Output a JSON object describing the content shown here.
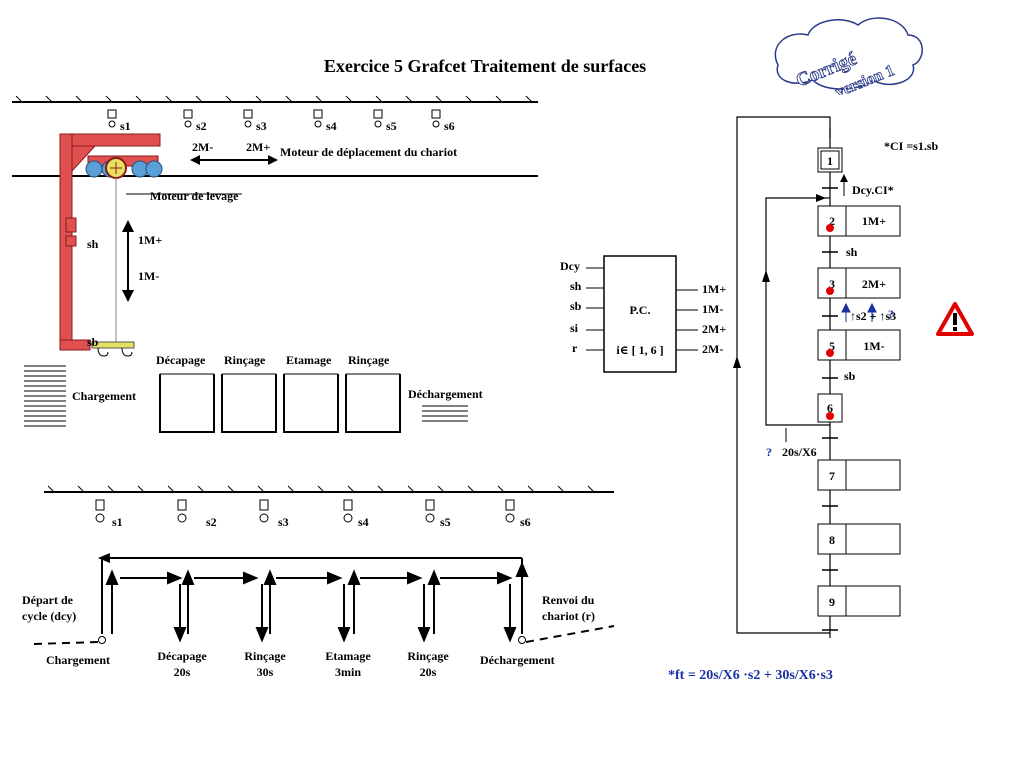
{
  "title": "Exercice 5  Grafcet    Traitement de surfaces",
  "stamp": {
    "line1": "Corrigé",
    "line2": "version 1"
  },
  "top_figure": {
    "sensors": [
      "s1",
      "s2",
      "s3",
      "s4",
      "s5",
      "s6"
    ],
    "motor_move_label": "Moteur de déplacement du chariot",
    "motor_move_minus": "2M-",
    "motor_move_plus": "2M+",
    "motor_lift_label": "Moteur de levage",
    "lift_plus": "1M+",
    "lift_minus": "1M-",
    "sensor_high": "sh",
    "sensor_low": "sb",
    "stations": [
      "Décapage",
      "Rinçage",
      "Etamage",
      "Rinçage"
    ],
    "load": "Chargement",
    "unload": "Déchargement"
  },
  "bottom_figure": {
    "sensors": [
      "s1",
      "s2",
      "s3",
      "s4",
      "s5",
      "s6"
    ],
    "start_label": [
      "Départ de",
      "cycle (dcy)"
    ],
    "return_label": [
      "Renvoi du",
      "chariot (r)"
    ],
    "stations": [
      {
        "name": "Chargement",
        "time": ""
      },
      {
        "name": "Décapage",
        "time": "20s"
      },
      {
        "name": "Rinçage",
        "time": "30s"
      },
      {
        "name": "Etamage",
        "time": "3min"
      },
      {
        "name": "Rinçage",
        "time": "20s"
      },
      {
        "name": "Déchargement",
        "time": ""
      }
    ]
  },
  "pc_block": {
    "name": "P.C.",
    "domain": "i∈ [ 1, 6 ]",
    "inputs": [
      "Dcy",
      "sh",
      "sb",
      "si",
      "r"
    ],
    "outputs": [
      "1M+",
      "1M-",
      "2M+",
      "2M-"
    ]
  },
  "grafcet": {
    "ci_note": "*CI =s1.sb",
    "steps": [
      {
        "num": "1",
        "action": ""
      },
      {
        "num": "2",
        "action": "1M+"
      },
      {
        "num": "3",
        "action": "2M+"
      },
      {
        "num": "5",
        "action": "1M-"
      },
      {
        "num": "6",
        "action": ""
      },
      {
        "num": "7",
        "action": ""
      },
      {
        "num": "8",
        "action": ""
      },
      {
        "num": "9",
        "action": ""
      }
    ],
    "transitions": [
      "Dcy.CI*",
      "sh",
      "↑s2 + ↑s3",
      "sb",
      "20s/X6"
    ],
    "question_marks": [
      "?",
      "?"
    ],
    "formula": "*ft = 20s/X6 ·s2 + 30s/X6·s3"
  },
  "colors": {
    "crane_red": "#e05050",
    "wheel_blue": "#5aa0d8",
    "blue_text": "#1a2fa0",
    "dot_red": "#e00000",
    "warning_red": "#e00000",
    "hook_yellow": "#e8e060"
  }
}
